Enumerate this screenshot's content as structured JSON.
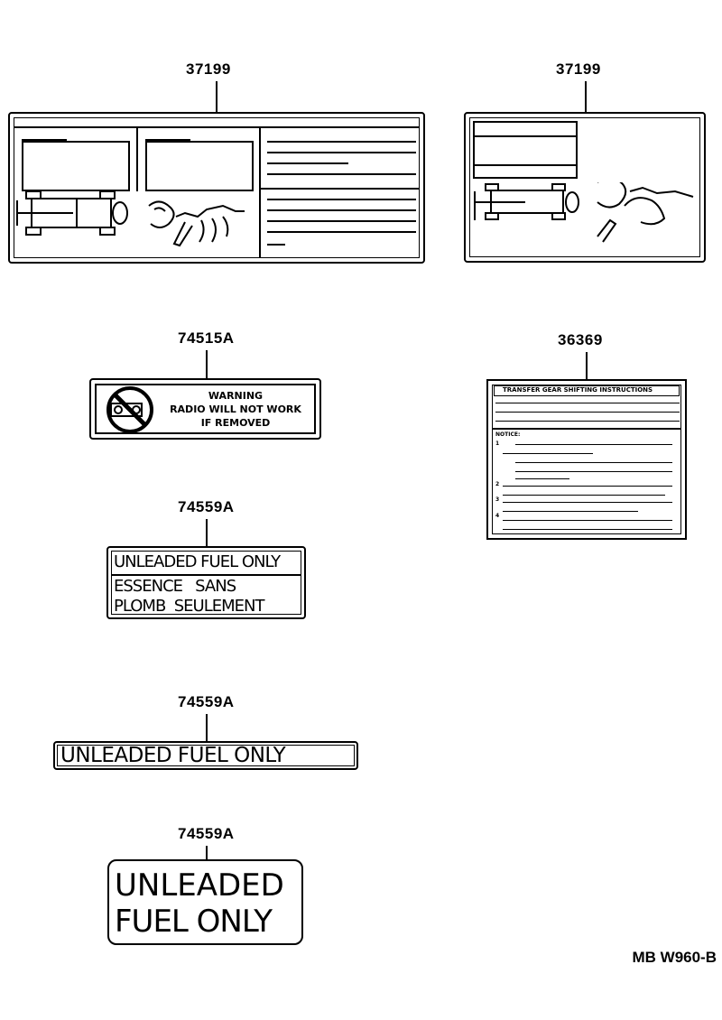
{
  "parts": {
    "p1": "37199",
    "p2": "37199",
    "p3": "74515A",
    "p4": "36369",
    "p5": "74559A",
    "p6": "74559A",
    "p7": "74559A"
  },
  "radio_label": {
    "line1": "WARNING",
    "line2": "RADIO WILL NOT WORK",
    "line3": "IF REMOVED"
  },
  "transfer_label": {
    "title": "TRANSFER GEAR SHIFTING INSTRUCTIONS",
    "notice": "NOTICE:",
    "steps": [
      "1",
      "2",
      "3",
      "4"
    ]
  },
  "fuel_bilingual": {
    "line1": "UNLEADED FUEL ONLY",
    "line2": "ESSENCE   SANS",
    "line3": "PLOMB  SEULEMENT"
  },
  "fuel_wide": {
    "text": "UNLEADED FUEL ONLY"
  },
  "fuel_square": {
    "line1": "UNLEADED",
    "line2": "FUEL ONLY"
  },
  "drawing_code": "MB W960-B"
}
